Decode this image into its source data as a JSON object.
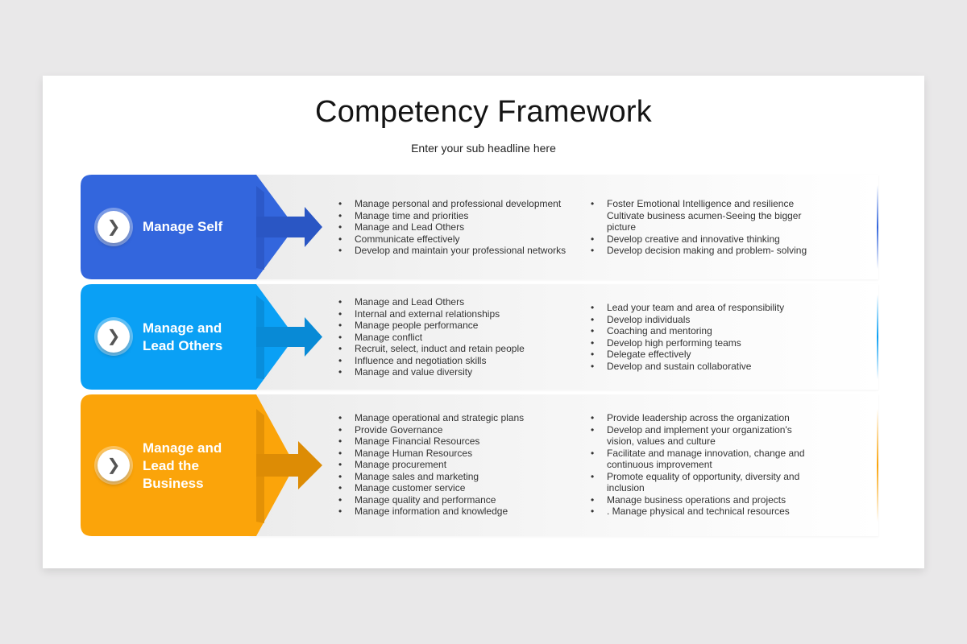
{
  "slide": {
    "title": "Competency Framework",
    "subtitle": "Enter your sub headline here"
  },
  "rows": [
    {
      "label": "Manage Self",
      "color": "#3366dd",
      "color_dark": "#2a56c4",
      "icon": "chevron-right-icon",
      "left_items": [
        "Manage personal and professional development",
        "Manage time and priorities",
        "Manage and Lead Others",
        "Communicate effectively",
        "Develop and maintain your professional networks"
      ],
      "right_items": [
        "Foster Emotional Intelligence and resilience",
        "Cultivate business acumen-Seeing the bigger picture",
        "Develop creative and innovative thinking",
        "Develop decision making and problem- solving"
      ]
    },
    {
      "label": "Manage and Lead Others",
      "color": "#0aa0f5",
      "color_dark": "#088ad6",
      "icon": "chevron-right-icon",
      "left_items": [
        "Manage and Lead Others",
        "Internal and external relationships",
        "Manage people performance",
        "Manage conflict",
        "Recruit, select, induct and retain people",
        "Influence and negotiation skills",
        "Manage and value diversity"
      ],
      "right_items": [
        "Lead your team and area of responsibility",
        "Develop individuals",
        "Coaching and mentoring",
        "Develop high performing teams",
        "Delegate effectively",
        "Develop and sustain collaborative"
      ]
    },
    {
      "label": "Manage and Lead the Business",
      "color": "#fba40a",
      "color_dark": "#dd8c05",
      "icon": "chevron-right-icon",
      "left_items": [
        "Manage operational and strategic plans",
        "Provide Governance",
        "Manage Financial Resources",
        "Manage Human Resources",
        "Manage procurement",
        "Manage sales and marketing",
        "Manage customer service",
        "Manage quality and performance",
        "Manage information and knowledge"
      ],
      "right_items": [
        "Provide leadership across the organization",
        "Develop and implement your organization's vision, values and culture",
        "Facilitate and manage innovation, change and continuous improvement",
        "Promote equality of opportunity, diversity and inclusion",
        "Manage business operations and projects",
        ". Manage physical and technical resources"
      ]
    }
  ]
}
